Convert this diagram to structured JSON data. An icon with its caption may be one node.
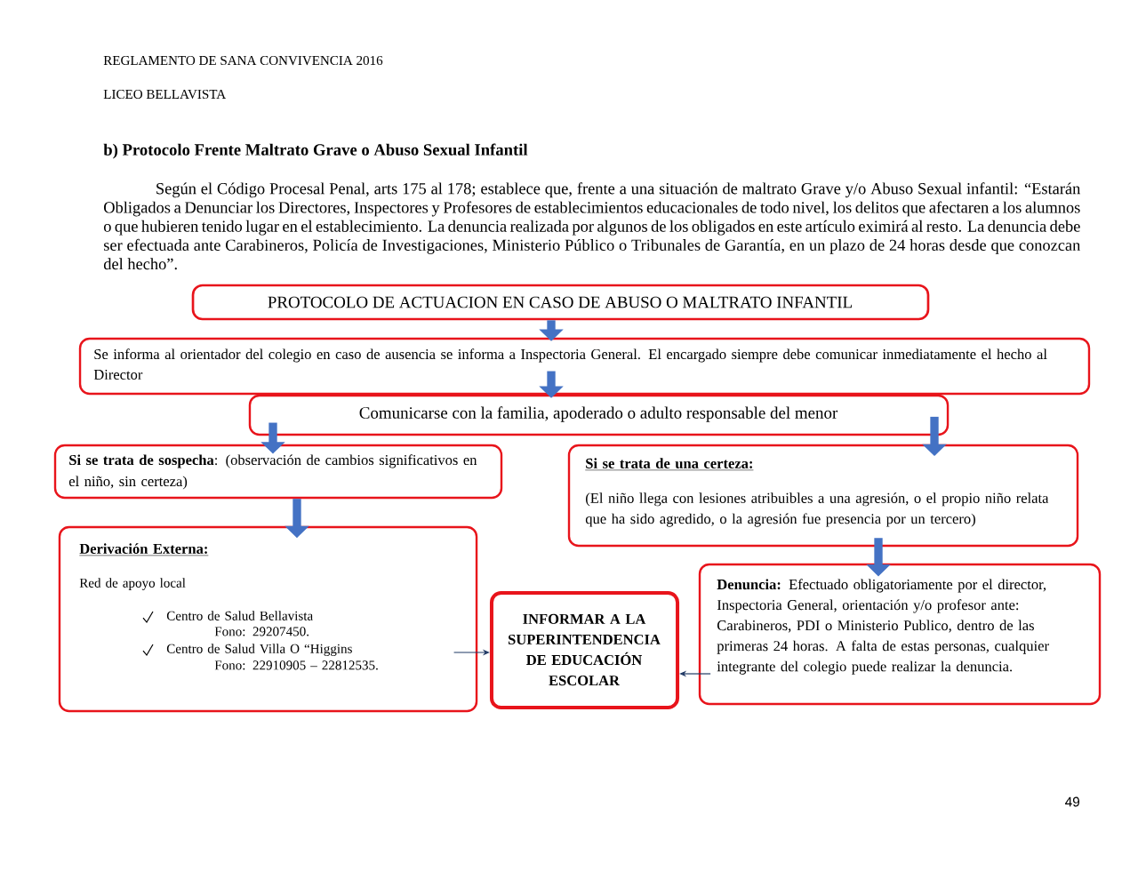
{
  "diagram": {
    "title": "b) Protocolo Frente Maltrato Grave o Abuso Sexual Infantil",
    "nodes": [
      {
        "text": [
          "PROTOCOLO DE ACTUACION EN CASO DE ABUSO O MALTRATO INFANTIL"
        ]
      },
      {
        "text": [
          "Se informa al orientador del colegio en caso de ausencia se informa a Inspectoria General. El encargado siempre debe comunicar inmediatamente el hecho al Director"
        ]
      },
      {
        "text": [
          "Comunicarse con la familia, apoderado o adulto responsable del menor"
        ]
      },
      {
        "text": [
          "**Si se trata de sospecha**: (observación de cambios significativos en el niño, sin certeza)"
        ]
      },
      {
        "text": [
          "Si se trata de una certeza:",
          "(El niño llega con lesiones atribuibles a una agresión, o el propio niño relata que ha sido agredido, o la agresión fue presencia por un tercero)"
        ]
      },
      {
        "text": [
          "Derivación Externa:",
          "Red de apoyo local",
          "Centro de Salud Bellavista",
          "Fono: 29207450.",
          "Centro de Salud Villa O “Higgins",
          "Fono: 22910905 – 22812535."
        ]
      },
      {
        "text": [
          "INFORMAR A LA SUPERINTENDENCIA DE EDUCACIÓN ESCOLAR"
        ]
      },
      {
        "text": [
          "**Denuncia:** Efectuado obligatoriamente por el director, Inspectoria General, orientación y/o profesor ante: Carabineros, PDI o Ministerio Publico, dentro de las primeras 24 horas. A falta de estas personas, cualquier integrante del colegio puede realizar la denuncia."
        ]
      }
    ],
    "edges": [
      {
        "from": 0,
        "to": 1,
        "arrow": "to"
      },
      {
        "from": 1,
        "to": 2,
        "arrow": "to"
      },
      {
        "from": 2,
        "to": 3,
        "arrow": "to"
      },
      {
        "from": 2,
        "to": 4,
        "arrow": "to"
      },
      {
        "from": 3,
        "to": 5,
        "arrow": "to"
      },
      {
        "from": 4,
        "to": 7,
        "arrow": "to"
      },
      {
        "from": 5,
        "to": 6,
        "arrow": "to",
        "color": "#1f3864"
      },
      {
        "from": 7,
        "to": 6,
        "arrow": "to",
        "color": "#1f3864"
      }
    ],
    "labels": [
      "REGLAMENTO  DE SANA CONVIVENCIA 2016",
      "LICEO BELLAVISTA",
      "Según el Código Procesal Penal, arts 175 al 178; establece que, frente a una situación de maltrato Grave y/o Abuso Sexual infantil: “Estarán Obligados a Denunciar los Directores, Inspectores y Profesores de establecimientos educacionales de todo nivel, los delitos que afectaren a los alumnos o que hubieren tenido lugar en el establecimiento. La denuncia realizada por algunos de los obligados en este artículo eximirá al resto. La denuncia debe ser efectuada ante Carabineros, Policía de Investigaciones, Ministerio Público o Tribunales de Garantía, en un plazo de 24 horas desde que conozcan del hecho”.",
      "49"
    ]
  }
}
